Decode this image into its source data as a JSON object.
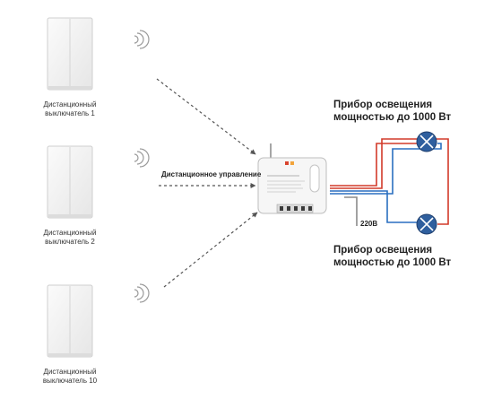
{
  "switches": [
    {
      "label_line1": "Дистанционный",
      "label_line2": "выключатель 1"
    },
    {
      "label_line1": "Дистанционный",
      "label_line2": "выключатель 2"
    },
    {
      "label_line1": "Дистанционный",
      "label_line2": "выключатель 10"
    }
  ],
  "remote_control_label": "Дистанционное управление",
  "lamp_top": {
    "line1": "Прибор освещения",
    "line2": "мощностью до 1000 Вт"
  },
  "lamp_bottom": {
    "line1": "Прибор освещения",
    "line2": "мощностью до 1000 Вт"
  },
  "voltage_label": "220В",
  "colors": {
    "wire_red": "#d23a2a",
    "wire_blue": "#2a6fc0",
    "lamp_fill": "#2f5f9e",
    "arrow": "#555555"
  },
  "icons": {
    "switch": "wall-switch-icon",
    "signal": "wifi-signal-icon",
    "relay": "relay-module-icon",
    "lamp": "lamp-icon"
  }
}
